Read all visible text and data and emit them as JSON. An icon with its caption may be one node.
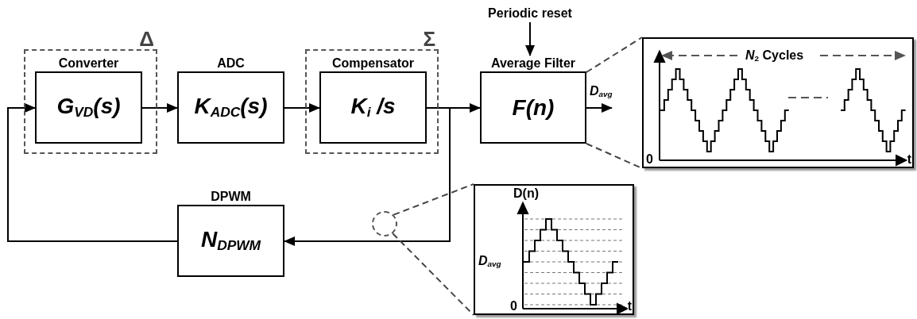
{
  "diagram": {
    "nodes": [
      {
        "text": [
          "Δ"
        ]
      },
      {
        "text": [
          "Converter",
          "G$_{VD}$(s)"
        ],
        "in": 0
      },
      {
        "text": [
          "ADC",
          "K$_{ADC}$(s)"
        ]
      },
      {
        "text": [
          "Σ"
        ]
      },
      {
        "text": [
          "Compensator",
          "K$_{i}$ /s"
        ],
        "in": 3
      },
      {
        "text": [
          "Average Filter",
          "F(n)"
        ]
      },
      {
        "text": [
          "Periodic reset"
        ]
      },
      {
        "text": [
          "DPWM",
          "N$_{DPWM}$"
        ]
      },
      {
        "text": [],
        "shape": "circle"
      },
      {
        "text": [
          "*N*$_{2}$ Cycles",
          "0",
          "t"
        ]
      },
      {
        "text": [
          "D(n)",
          "D$_{avg}$",
          "0",
          "t"
        ]
      }
    ],
    "edges": [
      {
        "from": 7,
        "to": 1,
        "arrow": "to"
      },
      {
        "from": 1,
        "to": 2,
        "arrow": "to"
      },
      {
        "from": 2,
        "to": 4,
        "arrow": "to"
      },
      {
        "from": 4,
        "to": 5,
        "arrow": "to"
      },
      {
        "from": 4,
        "to": 7,
        "arrow": "to"
      },
      {
        "from": 6,
        "to": 5,
        "arrow": "to"
      },
      {
        "from": 5,
        "to": null,
        "arrow": "to",
        "label": "D$_{avg}$"
      },
      {
        "from": 5,
        "to": 9,
        "arrow": "none",
        "style": "dashed",
        "color": "#444444"
      },
      {
        "from": 5,
        "to": 9,
        "arrow": "none",
        "style": "dashed",
        "color": "#444444"
      },
      {
        "from": 8,
        "to": 10,
        "arrow": "none",
        "style": "dashed",
        "color": "#444444"
      },
      {
        "from": 8,
        "to": 10,
        "arrow": "none",
        "style": "dashed",
        "color": "#444444"
      }
    ]
  }
}
